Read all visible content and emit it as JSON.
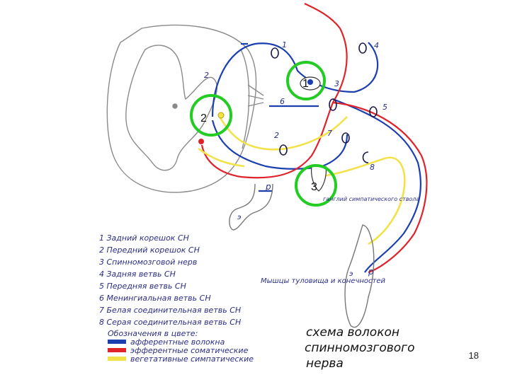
{
  "colors": {
    "afferent": "#1c3fb0",
    "efferent": "#e0232b",
    "vegetative": "#f2e24a",
    "highlight": "#22cc22",
    "ink": "#2a2f8a"
  },
  "markers": [
    {
      "label": "1"
    },
    {
      "label": "2"
    },
    {
      "label": "3"
    }
  ],
  "diagram_numbers": [
    "1",
    "2",
    "3",
    "4",
    "5",
    "6",
    "7",
    "8",
    "2"
  ],
  "small_labels": {
    "r_left": "р",
    "e_left": "э",
    "r_right": "р",
    "e_right": "э",
    "ganglion": "ганглий симпатического ствола",
    "muscles": "Мышцы туловища и конечностей"
  },
  "legend_items": [
    "1 Задний корешок СН",
    "2 Передний корешок СН",
    "3 Спинномозговой нерв",
    "4 Задняя ветвь СН",
    "5 Передняя ветвь СН",
    "6 Менингиальная ветвь СН",
    "7 Белая соединительная ветвь СН",
    "8 Серая соединительная ветвь СН"
  ],
  "color_legend": {
    "heading": "Обозначения в цвете:",
    "afferent": "афферентные волокна",
    "efferent": "эфферентные соматические",
    "vegetative": "вегетативные симпатические"
  },
  "title_lines": [
    "схема волокон",
    "спинномозгового",
    "нерва"
  ],
  "page_number": "18"
}
